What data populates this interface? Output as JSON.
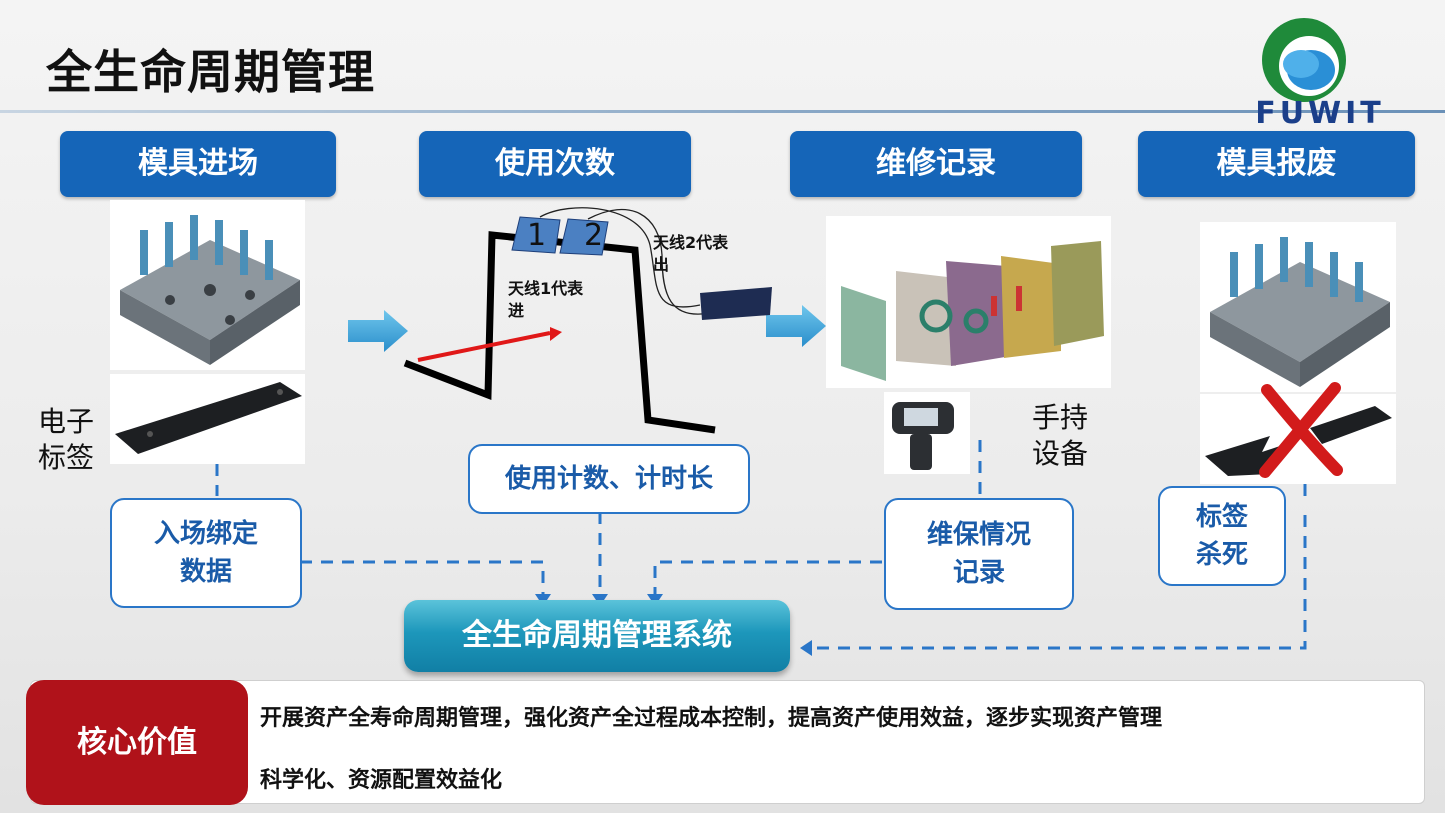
{
  "page": {
    "title": "全生命周期管理"
  },
  "logo": {
    "text": "FUWIT"
  },
  "stages": [
    {
      "label": "模具进场"
    },
    {
      "label": "使用次数"
    },
    {
      "label": "维修记录"
    },
    {
      "label": "模具报废"
    }
  ],
  "stage1": {
    "side_label_line1": "电子",
    "side_label_line2": "标签",
    "box_line1": "入场绑定",
    "box_line2": "数据"
  },
  "stage2": {
    "antenna1_num": "1",
    "antenna2_num": "2",
    "antenna1_line1": "天线1代表",
    "antenna1_line2": "进",
    "antenna2_line1": "天线2代表",
    "antenna2_line2": "出",
    "box": "使用计数、计时长"
  },
  "stage3": {
    "side_label_line1": "手持",
    "side_label_line2": "设备",
    "box_line1": "维保情况",
    "box_line2": "记录"
  },
  "stage4": {
    "box_line1": "标签",
    "box_line2": "杀死"
  },
  "system": {
    "label": "全生命周期管理系统"
  },
  "core": {
    "badge": "核心价值",
    "line1": "开展资产全寿命周期管理，强化资产全过程成本控制，提高资产使用效益，逐步实现资产管理",
    "line2": "科学化、资源配置效益化"
  },
  "colors": {
    "stage_blue": "#1565b8",
    "core_red": "#b0121a",
    "system_cyan": "#1d97bb"
  }
}
